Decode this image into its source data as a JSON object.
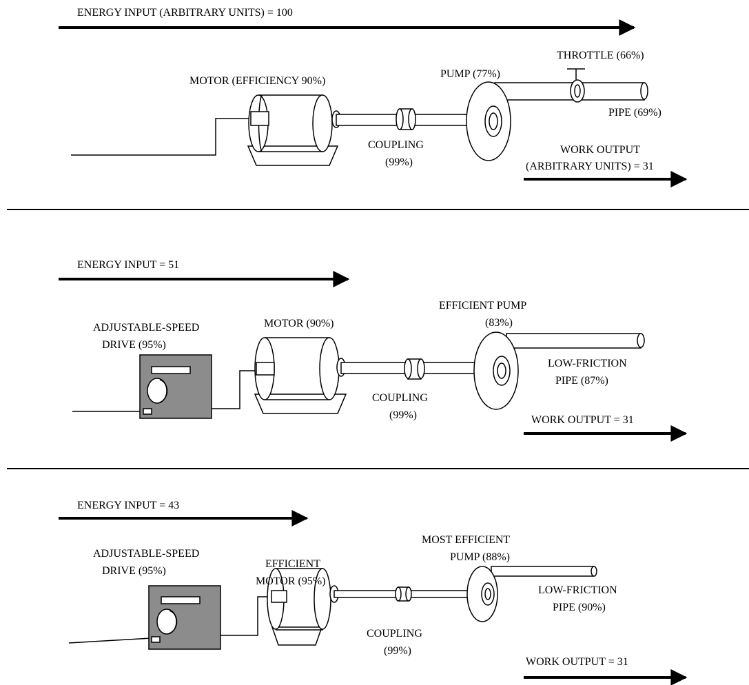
{
  "colors": {
    "ink": "#000000",
    "drive_box": "#8c8c8c",
    "background": "#ffffff"
  },
  "panels": [
    {
      "energy_input": "ENERGY INPUT (ARBITRARY UNITS) = 100",
      "motor": "MOTOR (EFFICIENCY 90%)",
      "coupling_1": "COUPLING",
      "coupling_2": "(99%)",
      "pump": "PUMP (77%)",
      "throttle": "THROTTLE (66%)",
      "pipe": "PIPE (69%)",
      "work_output_1": "WORK OUTPUT",
      "work_output_2": "(ARBITRARY UNITS) = 31"
    },
    {
      "energy_input": "ENERGY INPUT = 51",
      "drive_1": "ADJUSTABLE-SPEED",
      "drive_2": "DRIVE (95%)",
      "motor": "MOTOR (90%)",
      "pump_1": "EFFICIENT PUMP",
      "pump_2": "(83%)",
      "pipe_1": "LOW-FRICTION",
      "pipe_2": "PIPE (87%)",
      "coupling_1": "COUPLING",
      "coupling_2": "(99%)",
      "work_output": "WORK OUTPUT = 31"
    },
    {
      "energy_input": "ENERGY INPUT = 43",
      "drive_1": "ADJUSTABLE-SPEED",
      "drive_2": "DRIVE (95%)",
      "motor_1": "EFFICIENT",
      "motor_2": "MOTOR (95%)",
      "pump_1": "MOST EFFICIENT",
      "pump_2": "PUMP (88%)",
      "pipe_1": "LOW-FRICTION",
      "pipe_2": "PIPE (90%)",
      "coupling_1": "COUPLING",
      "coupling_2": "(99%)",
      "work_output": "WORK OUTPUT = 31"
    }
  ]
}
